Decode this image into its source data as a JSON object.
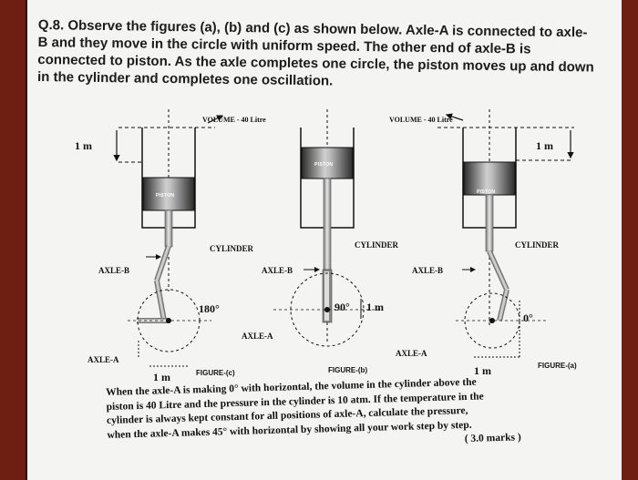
{
  "question": {
    "lines": [
      "Q.8. Observe the figures (a), (b) and (c) as shown below. Axle-A is connected to axle-",
      "B and they move in the circle with uniform speed. The other end of axle-B is",
      "connected to piston. As the axle completes one circle, the piston moves up and down",
      "in the cylinder and completes one oscillation."
    ]
  },
  "diagram": {
    "volume_left": "VOLUME - 40 Litre",
    "volume_right": "VOLUME - 40 Litre",
    "one_m_left": "1 m",
    "one_m_right": "1 m",
    "one_m_mid": "1 m",
    "one_m_bottom_left": "1 m",
    "one_m_bottom_right": "1 m",
    "piston": "PISTON",
    "cylinder": "CYLINDER",
    "axle_b": "AXLE-B",
    "axle_a": "AXLE-A",
    "angle_c": "180°",
    "angle_b": "90°",
    "angle_a": "0°",
    "figure_c": "FIGURE-(c)",
    "figure_b": "FIGURE-(b)",
    "figure_a": "FIGURE-(a)"
  },
  "bottom": {
    "lines": [
      "When the axle-A is making 0° with horizontal, the volume in the cylinder above the",
      "piston is 40 Litre and the pressure in the cylinder is 10 atm. If the temperature in the",
      "cylinder is always kept constant for all positions of axle-A, calculate the pressure,",
      "when the axle-A makes 45° with horizontal by showing all your work step by step."
    ],
    "marks": "( 3.0 marks )"
  },
  "colors": {
    "background": "#6e1f12",
    "paper": "#f4f4f2",
    "piston_dark": "#2b2b2b",
    "piston_light": "#bdbdbd",
    "ink": "#111111"
  }
}
